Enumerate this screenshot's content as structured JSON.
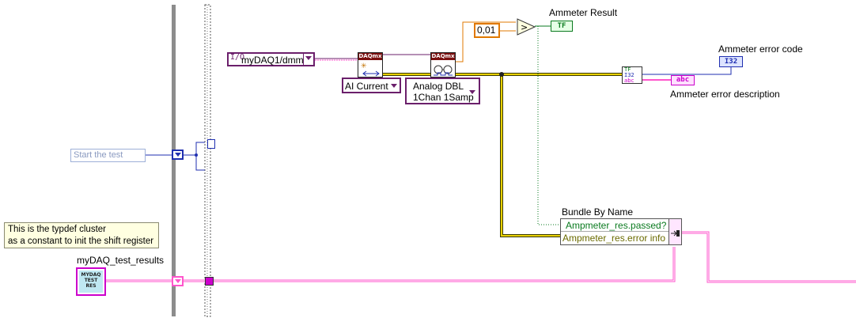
{
  "task_control": {
    "prefix": "I/O",
    "value": "myDAQ1/dmm"
  },
  "measurement_type": {
    "value": "AI Current"
  },
  "read_polymorph": {
    "line1": "Analog DBL",
    "line2": "1Chan 1Samp"
  },
  "daqmx_label": "DAQmx",
  "threshold_constant": {
    "value": "0,01"
  },
  "ammeter_result": {
    "label": "Ammeter Result",
    "indicator": "TF"
  },
  "error_code": {
    "label": "Ammeter error code",
    "indicator": "I32"
  },
  "error_description": {
    "label": "Ammeter error description",
    "indicator": "abc"
  },
  "unbundle": {
    "top": "TF",
    "mid": "I32",
    "bottom": "abc"
  },
  "start_control": {
    "value": "Start the test"
  },
  "comment": {
    "line1": "This is the typdef cluster",
    "line2": "as a constant to init the shift register"
  },
  "cluster_constant": {
    "label": "myDAQ_test_results",
    "icon_text": "MYDAQ TEST RES"
  },
  "bundle": {
    "title": "Bundle By Name",
    "fields": [
      "Ampmeter_res.passed?",
      "Ampmeter_res.error info"
    ]
  },
  "colors": {
    "boolean": "#0a7a1f",
    "numeric_dbl": "#e07800",
    "integer": "#1f2fb0",
    "string": "#cc00cc",
    "error": "#a08a00",
    "task": "#6b1f6b",
    "cluster": "#ff55cc"
  }
}
